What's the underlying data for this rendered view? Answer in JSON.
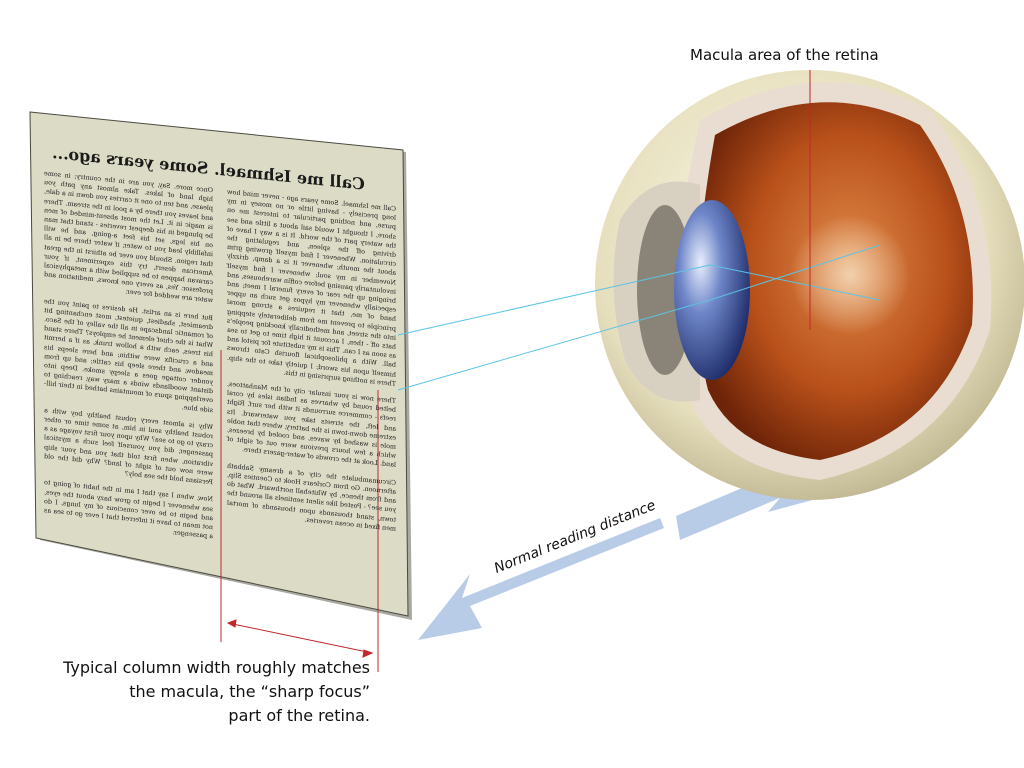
{
  "labels": {
    "macula": "Macula area of the retina",
    "distance": "Normal reading distance",
    "caption_lines": [
      "Typical column width roughly matches",
      "the macula, the “sharp focus”",
      "part of the retina."
    ]
  },
  "page": {
    "title": "Call me Ishmael. Some years ago...",
    "column1": [
      "Call me Ishmael. Some years ago - never mind how long precisely - having little or no money in my purse, and nothing particular to interest me on shore, I thought I would sail about a little and see the watery part of the world. It is a way I have of driving off the spleen, and regulating the circulation. Whenever I find myself growing grim about the mouth; whenever it is a damp, drizzly November in my soul; whenever I find myself involuntarily pausing before coffin warehouses, and bringing up the rear of every funeral I meet; and especially whenever my hypos get such an upper hand of me, that it requires a strong moral principle to prevent me from deliberately stepping into the street, and methodically knocking people's hats off - then, I account it high time to get to sea as soon as I can. This is my substitute for pistol and ball. With a philosophical flourish Cato throws himself upon his sword; I quietly take to the ship. There is nothing surprising in this.",
      "There now is your insular city of the Manhattoes, belted round by wharves as Indian isles by coral reefs - commerce surrounds it with her surf. Right and left, the streets take you waterward. Its extreme down-town is the battery, where that noble mole is washed by waves, and cooled by breezes, which a few hours previous were out of sight of land. Look at the crowds of water-gazers there.",
      "Circumambulate the city of a dreamy Sabbath afternoon. Go from Corlears Hook to Coenties Slip, and from thence, by Whitehall northward. What do you see? - Posted like silent sentinels all around the town, stand thousands upon thousands of mortal men fixed in ocean reveries."
    ],
    "column2": [
      "Once more. Say, you are in the country; in some high land of lakes. Take almost any path you please, and ten to one it carries you down in a dale, and leaves you there by a pool in the stream. There is magic in it. Let the most absent-minded of men be plunged in his deepest reveries - stand that man on his legs, set his feet a-going, and he will infallibly lead you to water, if water there be in all that region. Should you ever be athirst in the great American desert, try this experiment, if your caravan happen to be supplied with a metaphysical professor. Yes, as every one knows, meditation and water are wedded for ever.",
      "But here is an artist. He desires to paint you the dreamiest, shadiest, quietest, most enchanting bit of romantic landscape in all the valley of the Saco. What is the chief element he employs? There stand his trees, each with a hollow trunk, as if a hermit and a crucifix were within; and here sleeps his meadow, and there sleep his cattle; and up from yonder cottage goes a sleepy smoke. Deep into distant woodlands winds a mazy way, reaching to overlapping spurs of mountains bathed in their hill-side blue.",
      "Why is almost every robust healthy boy with a robust healthy soul in him, at some time or other crazy to go to sea? Why upon your first voyage as a passenger, did you yourself feel such a mystical vibration, when first told that you and your ship were now out of sight of land? Why did the old Persians hold the sea holy?",
      "Now, when I say that I am in the habit of going to sea whenever I begin to grow hazy about the eyes, and begin to be over conscious of my lungs, I do not mean to have it inferred that I ever go to sea as a passenger."
    ]
  },
  "colors": {
    "page": "#dcdcc6",
    "arrow": "#b8cce8",
    "pointer": "#c0282d",
    "ray": "#5bc3e6",
    "sclera": "#ece6c8",
    "retina": "#b8501a"
  }
}
